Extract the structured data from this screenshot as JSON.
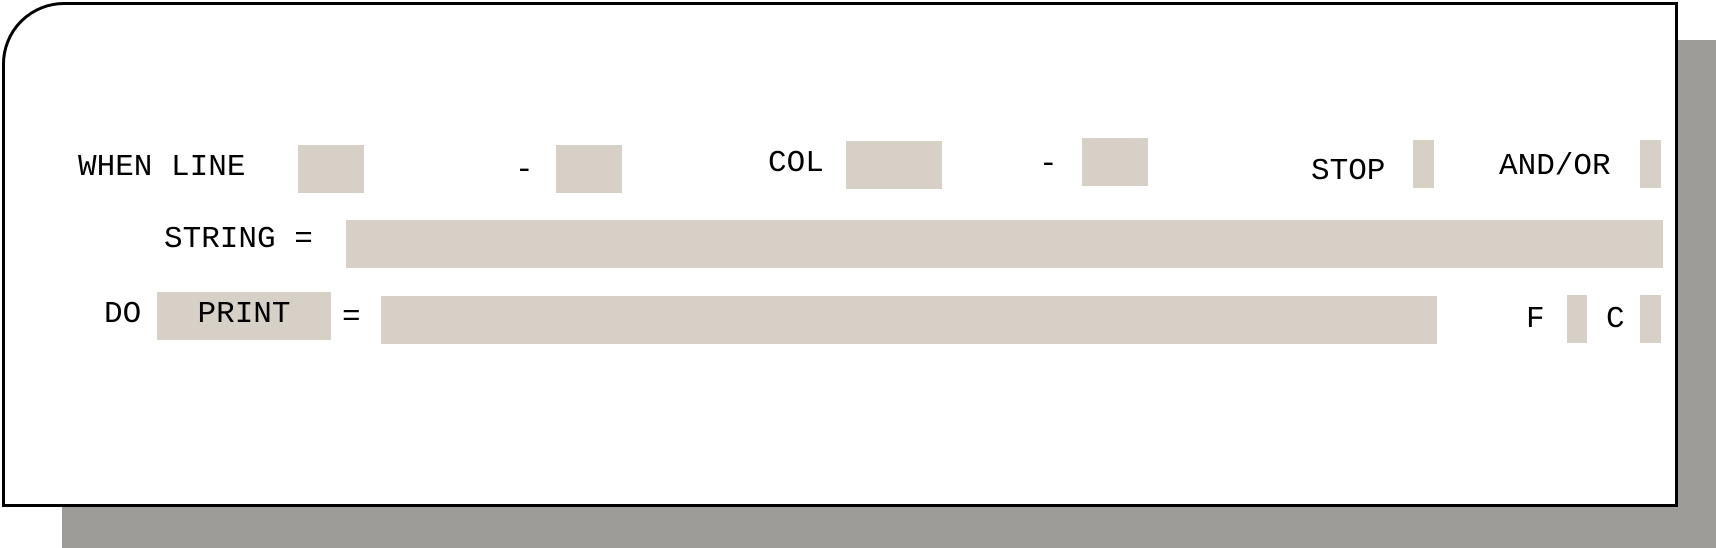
{
  "form": {
    "when_line_label": "WHEN LINE",
    "line_from": "",
    "line_dash": "-",
    "line_to": "",
    "col_label": "COL",
    "col_from": "",
    "col_dash": "-",
    "col_to": "",
    "stop_label": "STOP",
    "stop_value": "",
    "and_or_label": "AND/OR",
    "and_or_value": "",
    "string_label": "STRING =",
    "string_value": "",
    "do_label": "DO",
    "action_value": "PRINT",
    "equals_label": "=",
    "do_value": "",
    "f_label": "F",
    "f_value": "",
    "c_label": "C",
    "c_value": ""
  },
  "colors": {
    "field_bg": "#d6d0c6",
    "shadow": "#9e9c98",
    "border": "#000000"
  }
}
